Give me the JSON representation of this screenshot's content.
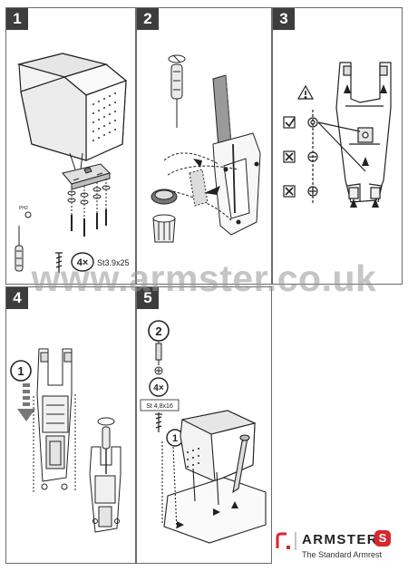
{
  "panels": [
    {
      "step": "1"
    },
    {
      "step": "2"
    },
    {
      "step": "3"
    },
    {
      "step": "4"
    },
    {
      "step": "5"
    }
  ],
  "step1": {
    "screw_count": "4×",
    "screw_spec": "St3.9x25"
  },
  "step4": {
    "callout": "1"
  },
  "step5": {
    "callout_top": "2",
    "screw_count": "4×",
    "screw_spec": "St 4,8x16",
    "callout_mid": "1"
  },
  "watermark": "www.armster.co.uk",
  "brand": {
    "name": "ARMSTER",
    "badge": "S",
    "tagline": "The Standard Armrest"
  },
  "colors": {
    "brand_red": "#d8262f",
    "step_box": "#3d3d3d",
    "border": "#6b6b6b"
  }
}
